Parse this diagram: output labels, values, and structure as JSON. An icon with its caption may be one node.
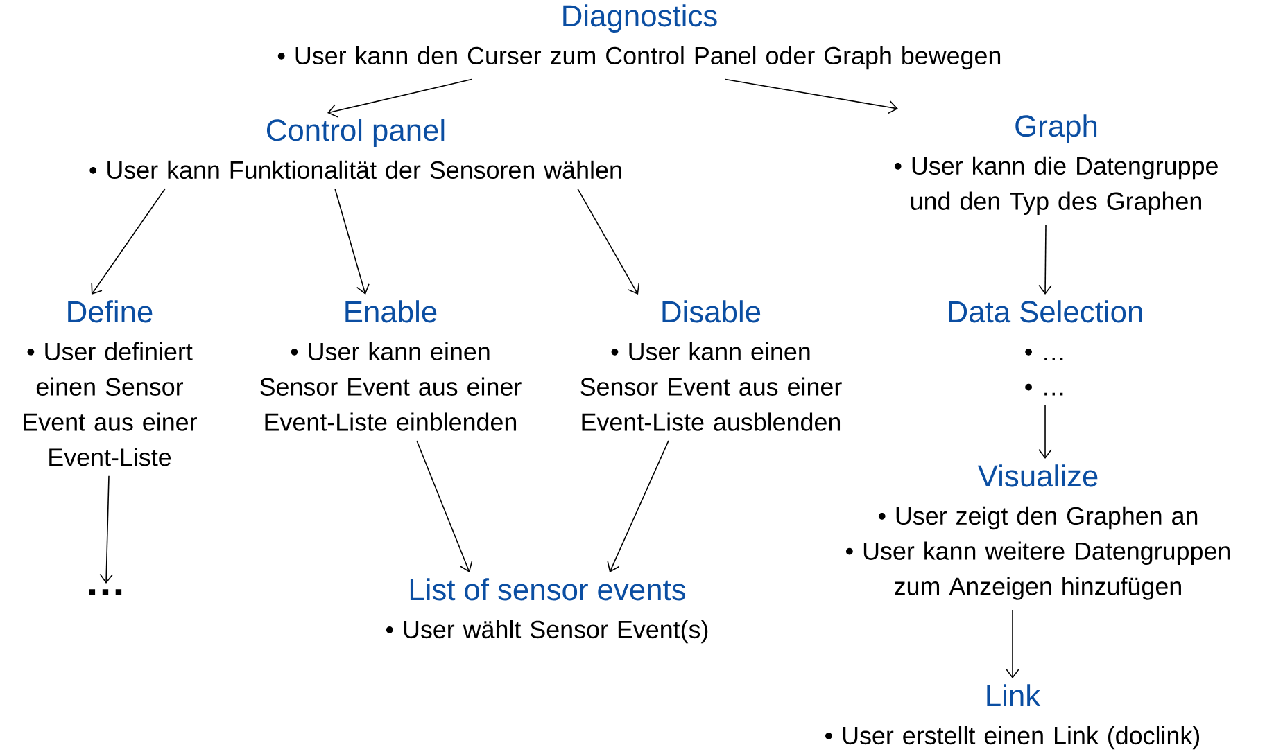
{
  "diagram": {
    "nodes": [
      {
        "text": [
          "Diagnostics",
          "• User kann den Curser zum Control Panel oder Graph bewegen"
        ]
      },
      {
        "text": [
          "Control panel",
          "• User kann Funktionalität der Sensoren wählen"
        ]
      },
      {
        "text": [
          "Graph",
          "• User kann die Datengruppe und den Typ des Graphen"
        ]
      },
      {
        "text": [
          "Define",
          "• User definiert einen Sensor Event aus einer Event-Liste"
        ]
      },
      {
        "text": [
          "Enable",
          "• User kann einen Sensor Event aus einer Event-Liste einblenden"
        ]
      },
      {
        "text": [
          "Disable",
          "• User kann einen Sensor Event aus einer Event-Liste ausblenden"
        ]
      },
      {
        "text": [
          "Data Selection",
          "• …",
          "• …"
        ]
      },
      {
        "text": [
          "…"
        ]
      },
      {
        "text": [
          "List of sensor events",
          "• User wählt Sensor Event(s)"
        ]
      },
      {
        "text": [
          "Visualize",
          "• User zeigt den Graphen an",
          "• User kann weitere Datengruppen zum Anzeigen hinzufügen"
        ]
      },
      {
        "text": [
          "Link",
          "• User erstellt einen Link (doclink)"
        ]
      }
    ],
    "edges": [
      {
        "from": 0,
        "to": 1,
        "arrow": "to"
      },
      {
        "from": 0,
        "to": 2,
        "arrow": "to"
      },
      {
        "from": 1,
        "to": 3,
        "arrow": "to"
      },
      {
        "from": 1,
        "to": 4,
        "arrow": "to"
      },
      {
        "from": 1,
        "to": 5,
        "arrow": "to"
      },
      {
        "from": 2,
        "to": 6,
        "arrow": "to"
      },
      {
        "from": 6,
        "to": 9,
        "arrow": "to"
      },
      {
        "from": 3,
        "to": 7,
        "arrow": "to"
      },
      {
        "from": 4,
        "to": 8,
        "arrow": "to"
      },
      {
        "from": 5,
        "to": 8,
        "arrow": "to"
      },
      {
        "from": 9,
        "to": 10,
        "arrow": "to"
      }
    ]
  }
}
